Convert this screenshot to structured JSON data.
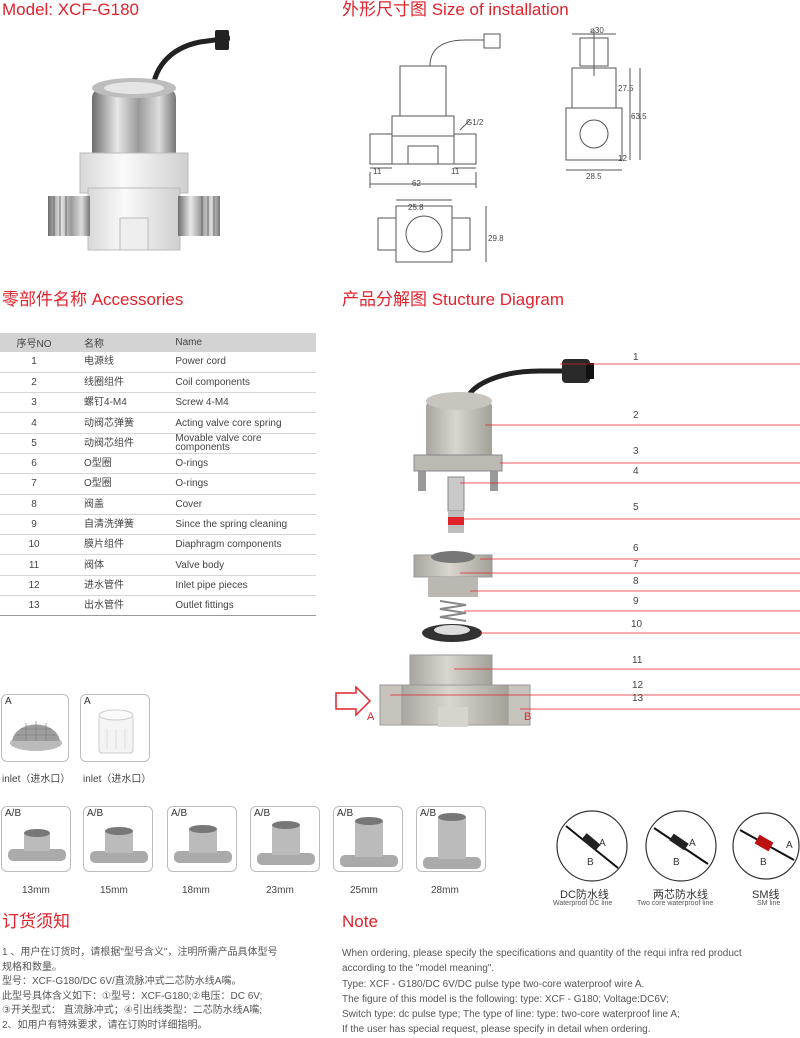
{
  "headings": {
    "model": "Model: XCF-G180",
    "installation": "外形尺寸图 Size of installation",
    "accessories": "零部件名称 Accessories",
    "structure": "产品分解图 Stucture Diagram",
    "order_cn": "订货须知",
    "note_en": "Note"
  },
  "dimensions": {
    "d_phi30": "ø30",
    "d_27_5": "27.5",
    "d_63_5": "63.5",
    "d_12": "12",
    "d_28_5": "28.5",
    "d_g12": "G1/2",
    "d_11a": "11",
    "d_11b": "11",
    "d_62": "62",
    "d_25_8": "25.8",
    "d_29_8": "29.8"
  },
  "table": {
    "headers": [
      "序号NO",
      "名称",
      "Name"
    ],
    "rows": [
      [
        "1",
        "电源线",
        "Power cord"
      ],
      [
        "2",
        "线圈组件",
        "Coil components"
      ],
      [
        "3",
        "螺钉4-M4",
        "Screw 4-M4"
      ],
      [
        "4",
        "动阀芯弹簧",
        "Acting valve core spring"
      ],
      [
        "5",
        "动阀芯组件",
        "Movable valve core components"
      ],
      [
        "6",
        "O型圈",
        "O-rings"
      ],
      [
        "7",
        "O型圈",
        "O-rings"
      ],
      [
        "8",
        "阀盖",
        "Cover"
      ],
      [
        "9",
        "自清洗弹簧",
        "Since the spring cleaning"
      ],
      [
        "10",
        "膜片组件",
        "Diaphragm components"
      ],
      [
        "11",
        "阀体",
        "Valve body"
      ],
      [
        "12",
        "进水管件",
        "Inlet pipe pieces"
      ],
      [
        "13",
        "出水管件",
        "Outlet fittings"
      ]
    ]
  },
  "callouts": [
    "1",
    "2",
    "3",
    "4",
    "5",
    "6",
    "7",
    "8",
    "9",
    "10",
    "11",
    "12",
    "13"
  ],
  "flow_labels": {
    "a": "A",
    "b": "B"
  },
  "inlets": [
    {
      "tag": "A",
      "caption": "inlet（进水口）"
    },
    {
      "tag": "A",
      "caption": "inlet（进水口）"
    }
  ],
  "fittings": [
    {
      "tag": "A/B",
      "size": "13mm"
    },
    {
      "tag": "A/B",
      "size": "15mm"
    },
    {
      "tag": "A/B",
      "size": "18mm"
    },
    {
      "tag": "A/B",
      "size": "23mm"
    },
    {
      "tag": "A/B",
      "size": "25mm"
    },
    {
      "tag": "A/B",
      "size": "28mm"
    }
  ],
  "wires": [
    {
      "cn": "DC防水线",
      "en": "Waterproof DC line",
      "a": "A",
      "b": "B"
    },
    {
      "cn": "两芯防水线",
      "en": "Two core waterproof line",
      "a": "A",
      "b": "B"
    },
    {
      "cn": "SM线",
      "en": "SM line",
      "a": "A",
      "b": "B"
    }
  ],
  "order_cn_lines": [
    "1 、用户在订货时，请根据\"型号含义\"，注明所需产品具体型号",
    "规格和数量。",
    "  型号：XCF-G180/DC 6V/直流脉冲式二芯防水线A嘴。",
    "  此型号具体含义如下：①型号：XCF-G180;②电压：DC 6V;",
    "  ③开关型式： 直流脉冲式；④引出线类型：二芯防水线A嘴;",
    "2、如用户有特殊要求，请在订购时详细指明。"
  ],
  "note_en_lines": [
    "When ordering, please specify the specifications and quantity of the requi infra red product",
    "according to the \"model meaning\".",
    "Type: XCF - G180/DC 6V/DC pulse type two-core waterproof wire A.",
    "The figure of this model is the following: type: XCF - G180; Voltage:DC6V;",
    "Switch type: dc pulse type; The type of line: type: two-core waterproof line A;",
    "If the user has special request, please specify in detail when ordering."
  ],
  "colors": {
    "accent_red": "#e2222b",
    "table_header": "#d3d3d3"
  }
}
